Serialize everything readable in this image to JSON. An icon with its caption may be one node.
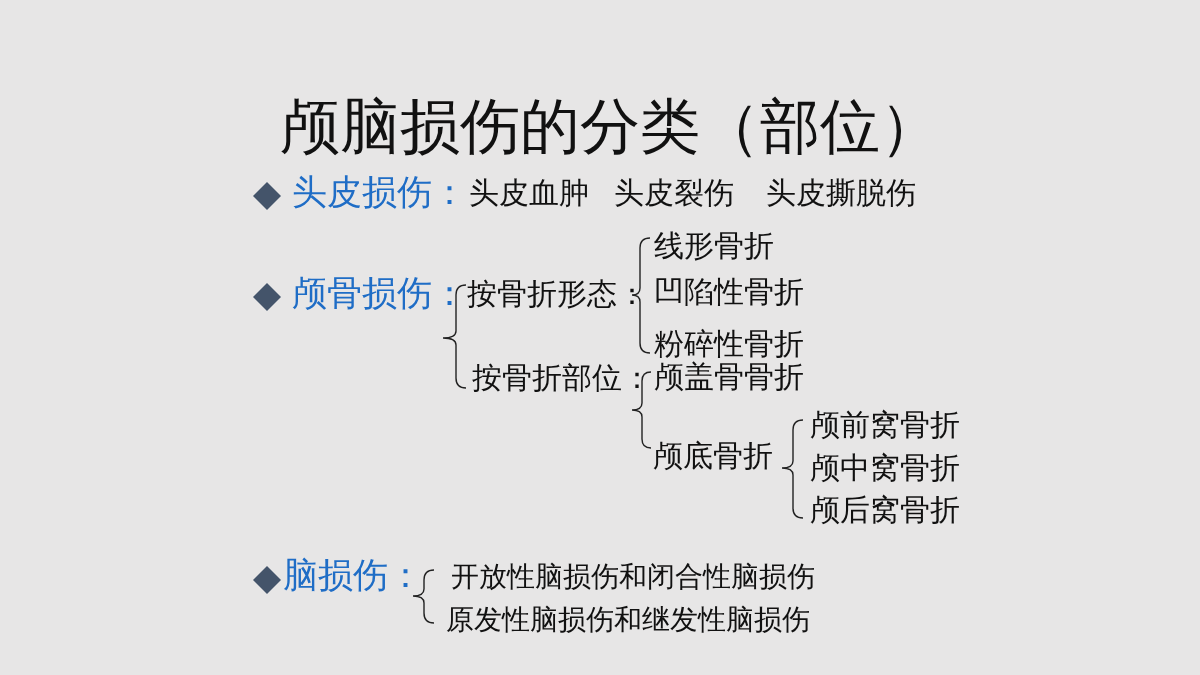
{
  "diagram": {
    "title": "颅脑损伤的分类（部位）",
    "labels": [
      "头皮损伤：",
      "头皮血肿",
      "头皮裂伤",
      "头皮撕脱伤",
      "颅骨损伤：",
      "按骨折形态：",
      "线形骨折",
      "凹陷性骨折",
      "粉碎性骨折",
      "按骨折部位：",
      "颅盖骨骨折",
      "颅底骨折",
      "颅前窝骨折",
      "颅中窝骨折",
      "颅后窝骨折",
      "脑损伤：",
      "开放性脑损伤和闭合性脑损伤",
      "原发性脑损伤和继发性脑损伤"
    ]
  }
}
